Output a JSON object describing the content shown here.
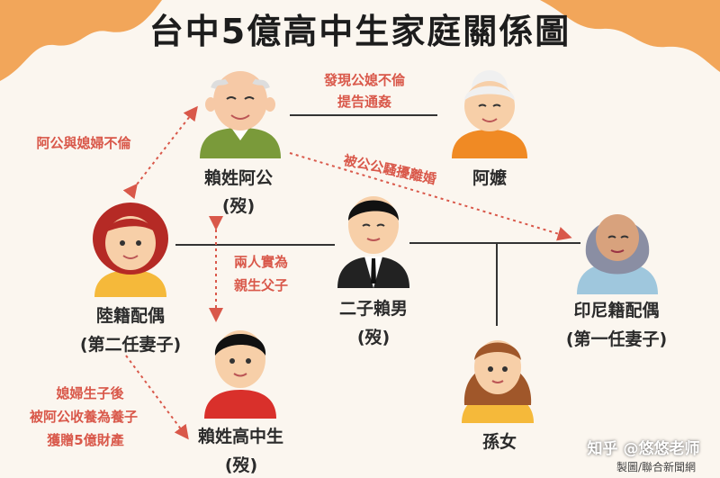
{
  "title": "台中5億高中生家庭關係圖",
  "people": {
    "grandpa": {
      "name": "賴姓阿公",
      "status": "(歿)"
    },
    "grandma": {
      "name": "阿嬤"
    },
    "mainland_wife": {
      "name": "陸籍配偶",
      "role": "(第二任妻子)"
    },
    "second_son": {
      "name": "二子賴男",
      "status": "(歿)"
    },
    "indonesian_wife": {
      "name": "印尼籍配偶",
      "role": "(第一任妻子)"
    },
    "student": {
      "name": "賴姓高中生",
      "status": "(歿)"
    },
    "granddaughter": {
      "name": "孫女"
    }
  },
  "notes": {
    "affair_discovered": [
      "發現公媳不倫",
      "提告通姦"
    ],
    "grandpa_daughterinlaw": "阿公與媳婦不倫",
    "harassed_divorce": "被公公騷擾離婚",
    "biological": [
      "兩人實為",
      "親生父子"
    ],
    "adoption": [
      "媳婦生子後",
      "被阿公收養為養子",
      "獲贈5億財產"
    ]
  },
  "credit": "製圖/聯合新聞網",
  "watermark": "知乎 @悠悠老师",
  "colors": {
    "accent": "#d9584a",
    "splash": "#f2a65a",
    "line": "#333333"
  }
}
